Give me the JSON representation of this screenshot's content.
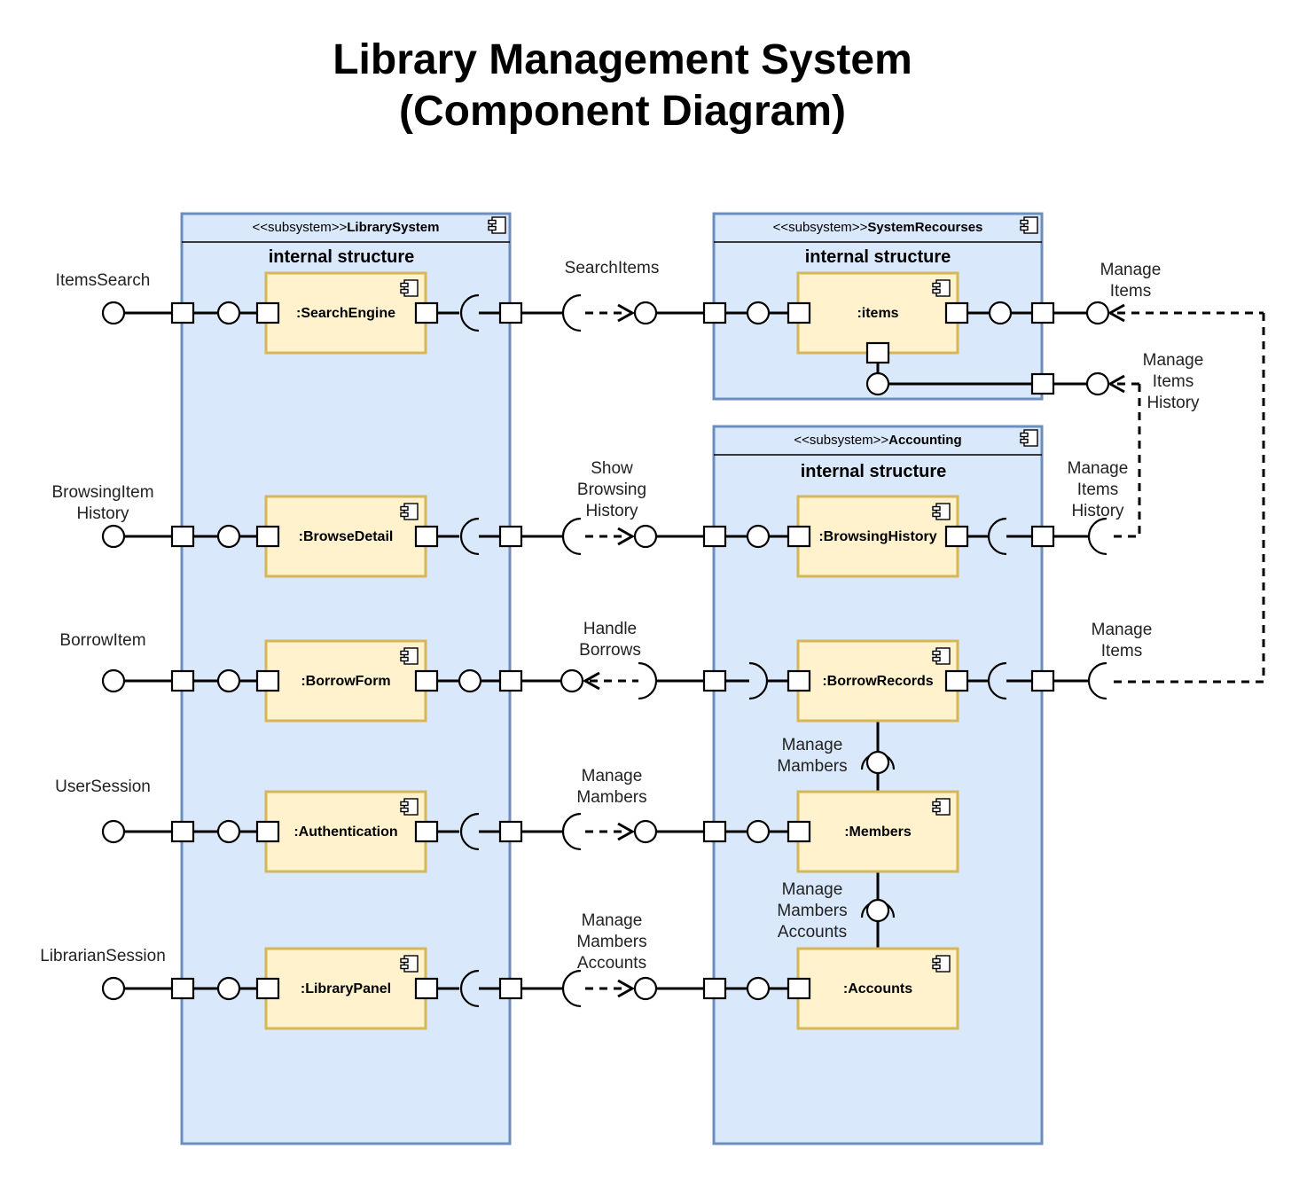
{
  "title": {
    "line1": "Library Management System",
    "line2": "(Component Diagram)"
  },
  "subsystems": {
    "library_system": {
      "stereotype": "<<subsystem>>",
      "name": "LibrarySystem",
      "section": "internal structure"
    },
    "system_resources": {
      "stereotype": "<<subsystem>>",
      "name": "SystemRecourses",
      "section": "internal structure"
    },
    "accounting": {
      "stereotype": "<<subsystem>>",
      "name": "Accounting",
      "section": "internal structure"
    }
  },
  "components": {
    "search_engine": ":SearchEngine",
    "browse_detail": ":BrowseDetail",
    "borrow_form": ":BorrowForm",
    "authentication": ":Authentication",
    "library_panel": ":LibraryPanel",
    "items": ":items",
    "browsing_history": ":BrowsingHistory",
    "borrow_records": ":BorrowRecords",
    "members": ":Members",
    "accounts": ":Accounts"
  },
  "external_ports": {
    "items_search": [
      "ItemsSearch"
    ],
    "browsing_item_history": [
      "BrowsingItem",
      "History"
    ],
    "borrow_item": [
      "BorrowItem"
    ],
    "user_session": [
      "UserSession"
    ],
    "librarian_session": [
      "LibrarianSession"
    ]
  },
  "connector_labels": {
    "search_items": [
      "SearchItems"
    ],
    "show_browsing_history": [
      "Show",
      "Browsing",
      "History"
    ],
    "handle_borrows": [
      "Handle",
      "Borrows"
    ],
    "manage_mambers": [
      "Manage",
      "Mambers"
    ],
    "manage_mambers_accounts": [
      "Manage",
      "Mambers",
      "Accounts"
    ]
  },
  "right_labels": {
    "manage_items_top": [
      "Manage",
      "Items"
    ],
    "manage_items_history_top": [
      "Manage",
      "Items",
      "History"
    ],
    "manage_items_history_mid": [
      "Manage",
      "Items",
      "History"
    ],
    "manage_items_bottom": [
      "Manage",
      "Items"
    ]
  },
  "internal_labels": {
    "manage_mambers": [
      "Manage",
      "Mambers"
    ],
    "manage_mambers_accounts": [
      "Manage",
      "Mambers",
      "Accounts"
    ]
  },
  "colors": {
    "subsystem_fill": "#dae8fc",
    "subsystem_border": "#6c8ebf",
    "component_fill": "#fff2cc",
    "component_border": "#d6b656"
  }
}
